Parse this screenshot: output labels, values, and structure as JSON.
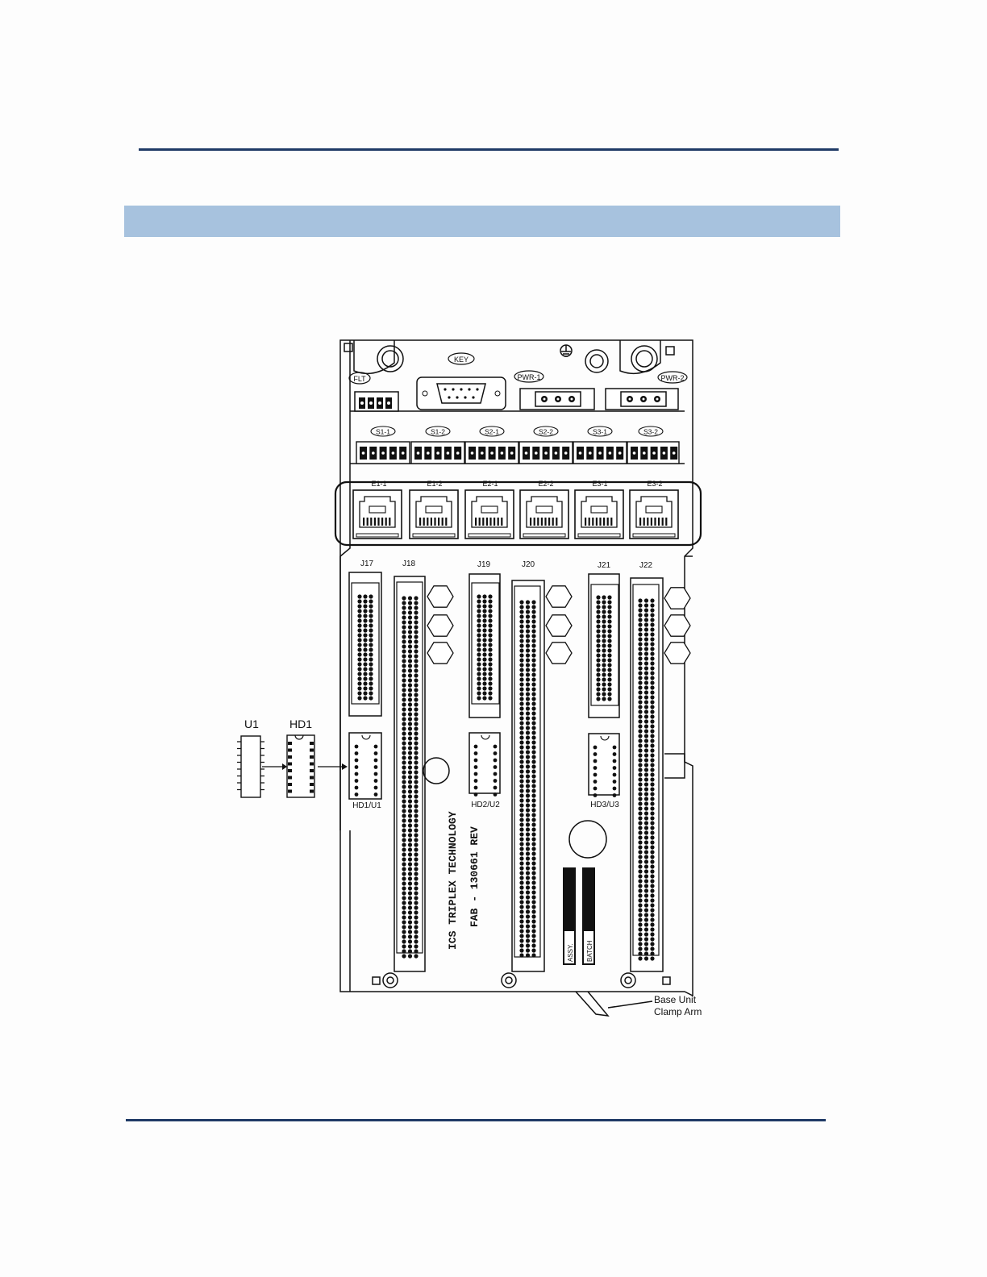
{
  "diagram": {
    "top_labels": {
      "flt": "FLT",
      "key": "KEY",
      "pwr1": "PWR-1",
      "pwr2": "PWR-2"
    },
    "serial_ports": [
      "S1-1",
      "S1-2",
      "S2-1",
      "S2-2",
      "S3-1",
      "S3-2"
    ],
    "ethernet_ports": [
      "E1-1",
      "E1-2",
      "E2-1",
      "E2-2",
      "E3-1",
      "E3-2"
    ],
    "connectors": [
      "J17",
      "J18",
      "J19",
      "J20",
      "J21",
      "J22"
    ],
    "sockets": [
      "HD1/U1",
      "HD2/U2",
      "HD3/U3"
    ],
    "callouts": {
      "u1": "U1",
      "hd1": "HD1"
    },
    "board_text": {
      "line1": "ICS TRIPLEX TECHNOLOGY",
      "line2": "FAB - 130661 REV",
      "assy": "ASSY.",
      "batch": "BATCH"
    },
    "clamp_label": {
      "line1": "Base Unit",
      "line2": "Clamp Arm"
    }
  }
}
